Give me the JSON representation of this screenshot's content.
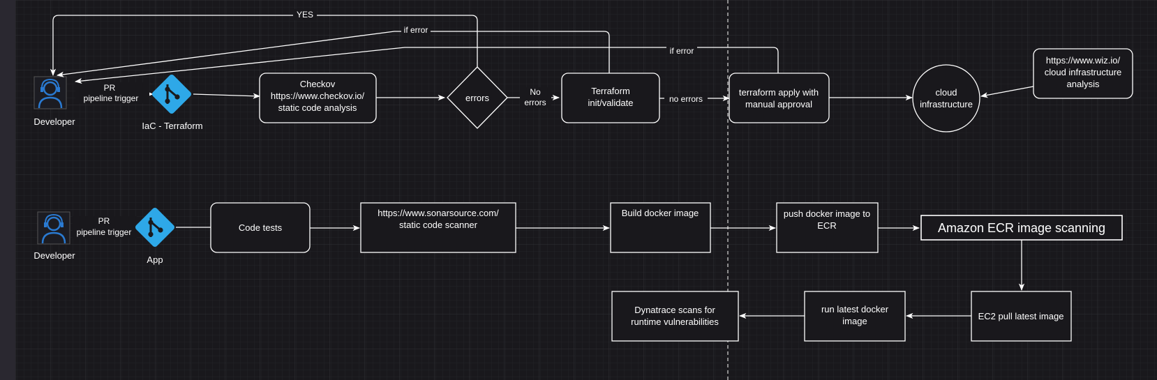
{
  "colors": {
    "background": "#19181c",
    "grid_minor": "#2a2a2e",
    "grid_major": "#333338",
    "stroke": "#ffffff",
    "git_icon": "#2ea8e8",
    "person_icon": "#2a7ad1"
  },
  "icons": {
    "developer": "person-icon",
    "repo": "git-icon"
  },
  "iac_flow": {
    "developer_label": "Developer",
    "trigger_line1": "PR",
    "trigger_line2": "pipeline trigger",
    "repo_label": "IaC - Terraform",
    "checkov_line1": "Checkov",
    "checkov_line2": "https://www.checkov.io/",
    "checkov_line3": "static code analysis",
    "errors_label": "errors",
    "no_errors_line1": "No",
    "no_errors_line2": "errors",
    "yes_label": "YES",
    "if_error_label": "if error",
    "terraform_line1": "Terraform",
    "terraform_line2": "init/validate",
    "no_errors_label": "no errors",
    "apply_line1": "terraform apply with",
    "apply_line2": "manual approval",
    "if_error_label_2": "if error",
    "cloud_line1": "cloud",
    "cloud_line2": "infrastructure",
    "wiz_line1": "https://www.wiz.io/",
    "wiz_line2": "cloud infrastructure",
    "wiz_line3": "analysis"
  },
  "app_flow": {
    "developer_label": "Developer",
    "trigger_line1": "PR",
    "trigger_line2": "pipeline trigger",
    "repo_label": "App",
    "code_tests": "Code tests",
    "sonar_line1": "https://www.sonarsource.com/",
    "sonar_line2": "static code scanner",
    "build_label": "Build docker image",
    "push_line1": "push docker image to",
    "push_line2": "ECR",
    "ecr_scan_label": "Amazon ECR image scanning",
    "ec2_label": "EC2 pull latest image",
    "run_line1": "run latest docker",
    "run_line2": "image",
    "dynatrace_line1": "Dynatrace scans for",
    "dynatrace_line2": "runtime vulnerabilities"
  }
}
